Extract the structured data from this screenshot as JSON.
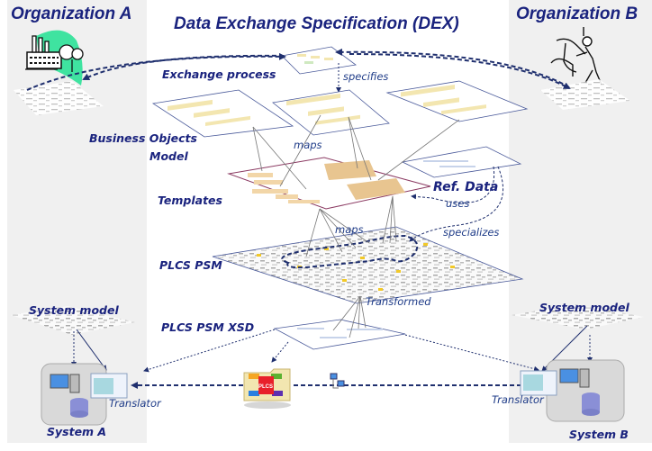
{
  "title": "Data Exchange Specification (DEX)",
  "organizations": {
    "a": {
      "name": "Organization A",
      "icon": "factory-icon"
    },
    "b": {
      "name": "Organization B",
      "icon": "mechanic-icon"
    }
  },
  "layers": {
    "exchange_process": "Exchange process",
    "business_objects_line1": "Business  Objects",
    "business_objects_line2": "Model",
    "templates": "Templates",
    "ref_data": "Ref. Data",
    "plcs_psm": "PLCS PSM",
    "plcs_psm_xsd": "PLCS PSM XSD"
  },
  "relations": {
    "specifies": "specifies",
    "maps_upper": "maps",
    "maps_lower": "maps",
    "uses": "uses",
    "specializes": "specializes",
    "transformed": "Transformed"
  },
  "systems": {
    "a": {
      "name": "System A",
      "model_label": "System model",
      "translator_label": "Translator"
    },
    "b": {
      "name": "System B",
      "model_label": "System model",
      "translator_label": "Translator"
    }
  },
  "center_package": {
    "label": "PLCS",
    "icon": "plcs-folder-icon"
  },
  "network_icon": "network-icon",
  "colors": {
    "title": "#1a237e",
    "arrow": "#1f2f6e",
    "panel": "#f0f0f0",
    "template_border": "#8b3a62",
    "sheet_border": "#4a5a9a",
    "folder_red": "#e8202a"
  }
}
